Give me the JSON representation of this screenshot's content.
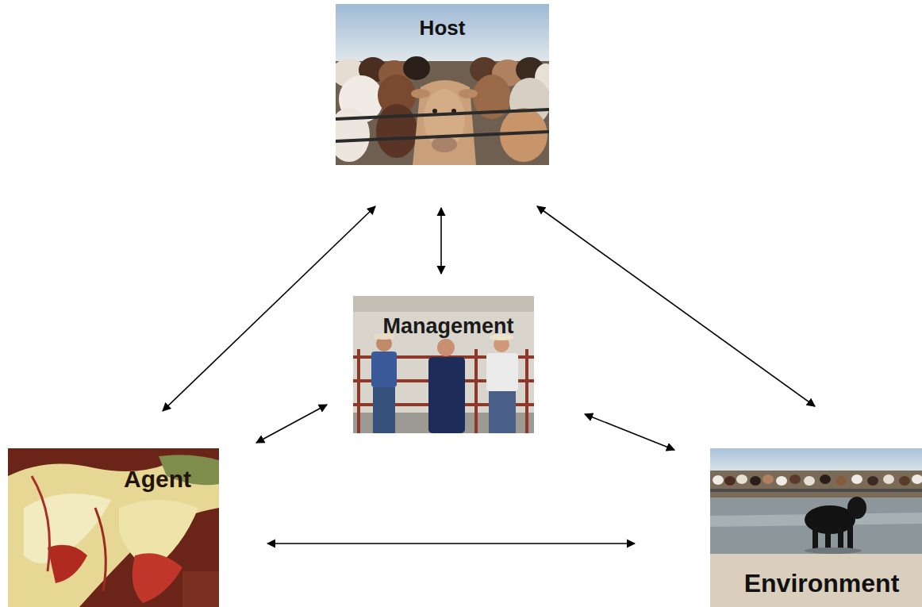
{
  "diagram": {
    "nodes": [
      {
        "text": [
          "Host"
        ]
      },
      {
        "text": [
          "Management"
        ]
      },
      {
        "text": [
          "Agent"
        ]
      },
      {
        "text": [
          "Environment"
        ]
      }
    ],
    "edges": [
      {
        "from": 0,
        "to": 2,
        "arrow": "both"
      },
      {
        "from": 0,
        "to": 1,
        "arrow": "both"
      },
      {
        "from": 0,
        "to": 3,
        "arrow": "both"
      },
      {
        "from": 1,
        "to": 2,
        "arrow": "both"
      },
      {
        "from": 1,
        "to": 3,
        "arrow": "both"
      },
      {
        "from": 2,
        "to": 3,
        "arrow": "both"
      }
    ]
  }
}
